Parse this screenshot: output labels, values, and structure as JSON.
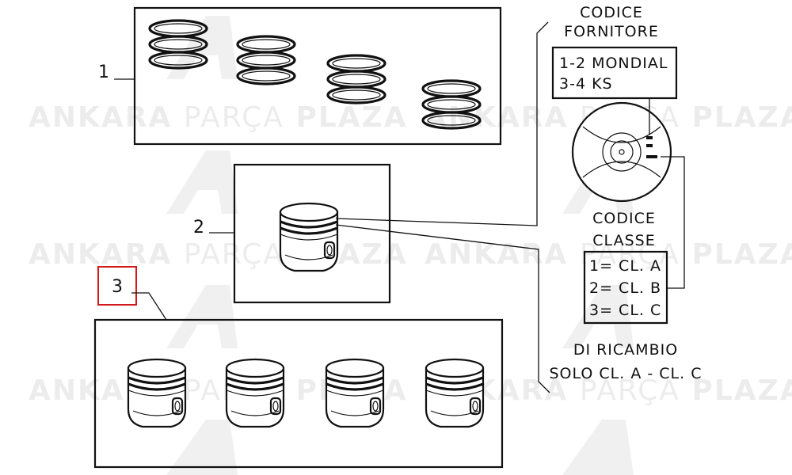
{
  "callouts": {
    "item_1": "1",
    "item_2": "2",
    "item_3": "3"
  },
  "codice_fornitore": {
    "title_line1": "CODICE",
    "title_line2": "FORNITORE",
    "line1": "1-2 MONDIAL",
    "line2": "3-4 KS"
  },
  "codice_classe": {
    "title_line1": "CODICE",
    "title_line2": "CLASSE",
    "rows": [
      "1= CL. A",
      "2= CL. B",
      "3= CL. C"
    ]
  },
  "ricambio_note": {
    "line1": "DI RICAMBIO",
    "line2": "SOLO CL. A - CL. C"
  },
  "watermark": {
    "word1": "ANKARA",
    "word2": "PARÇA",
    "word3": "PLAZA"
  },
  "colors": {
    "highlight": "#d11a1a",
    "ink": "#111111"
  }
}
